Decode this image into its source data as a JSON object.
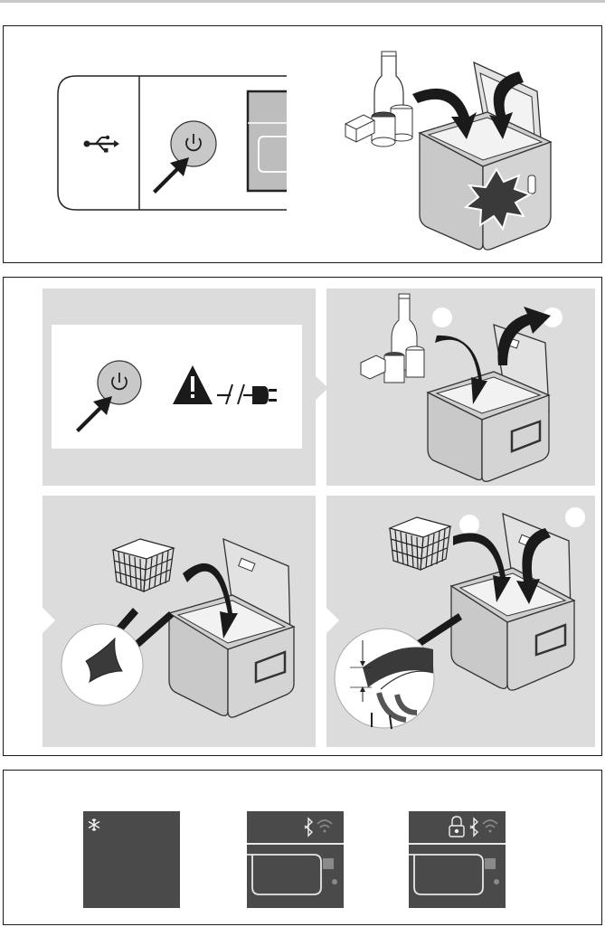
{
  "figure_1": {
    "usb_symbol": "usb-icon",
    "power_symbol": "power-icon"
  },
  "figure_2": {
    "step_1": {
      "icons": [
        "power-icon",
        "warning-icon",
        "unplug-icon"
      ]
    },
    "step_2": {
      "icons": [
        "bottle-icon",
        "can-icon",
        "lid-open-arrow"
      ]
    },
    "step_3": {
      "icons": [
        "basket-icon",
        "cloth-icon",
        "lid-open-arrow"
      ]
    },
    "step_4": {
      "icons": [
        "basket-icon",
        "drain-icon",
        "lid-close-arrow"
      ]
    }
  },
  "figure_3": {
    "displays": [
      {
        "icons": [
          "snowflake-icon"
        ]
      },
      {
        "icons": [
          "bluetooth-icon",
          "wifi-icon"
        ]
      },
      {
        "icons": [
          "lock-icon",
          "bluetooth-icon",
          "wifi-icon"
        ]
      }
    ]
  },
  "colors": {
    "frame": "#1a1a1a",
    "panel_bg": "#dcdcdc",
    "box_fill": "#d9d9d9",
    "display_bg": "#4a4a4a",
    "display_line": "#e8e8e8"
  }
}
